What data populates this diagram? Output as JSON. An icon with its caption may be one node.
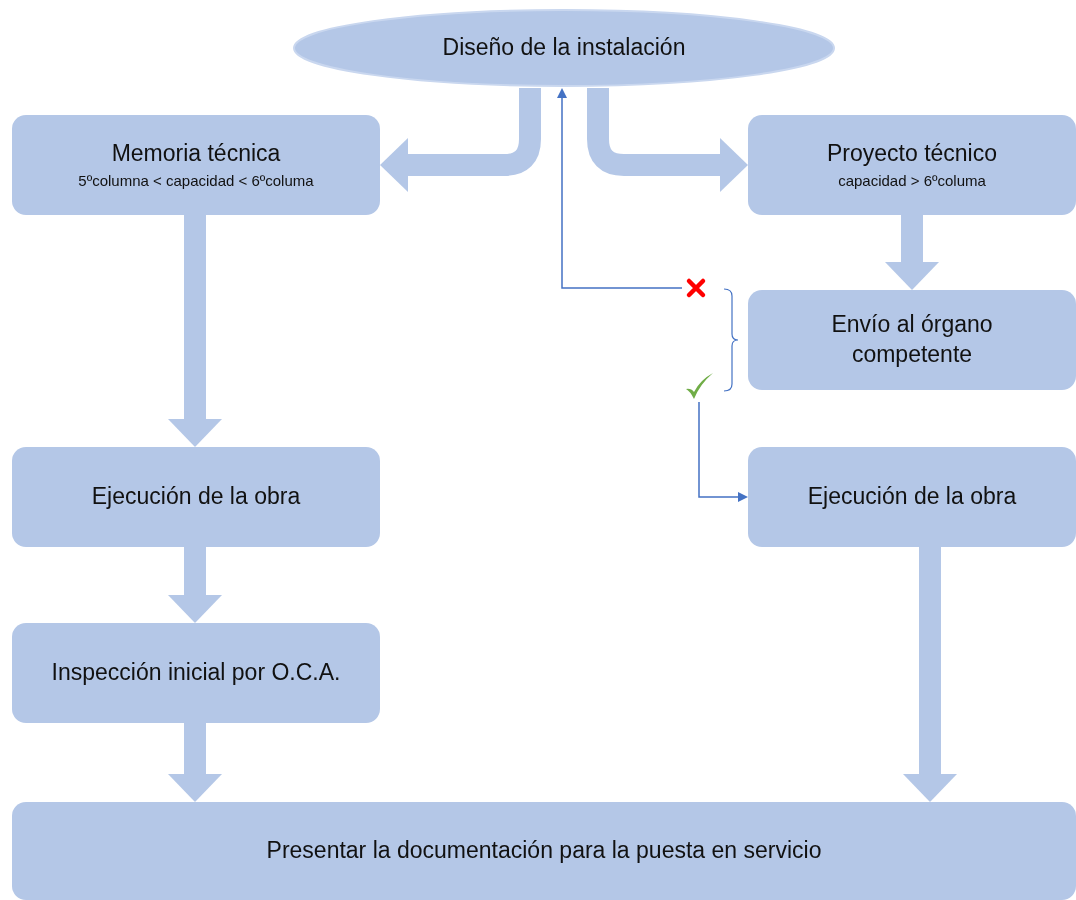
{
  "diagram": {
    "nodes": [
      {
        "text": [
          "Diseño de la instalación"
        ]
      },
      {
        "text": [
          "Memoria técnica",
          "5ºcolumna < capacidad < 6ºcoluma"
        ]
      },
      {
        "text": [
          "Proyecto técnico",
          "capacidad > 6ºcoluma"
        ]
      },
      {
        "text": [],
        "shape": "cross"
      },
      {
        "text": [
          "Envío al órgano competente"
        ]
      },
      {
        "text": [],
        "shape": "checkmark"
      },
      {
        "text": [
          "Ejecución de la obra"
        ]
      },
      {
        "text": [
          "Ejecución de la obra"
        ]
      },
      {
        "text": [
          "Inspección inicial por O.C.A."
        ]
      },
      {
        "text": [
          "Presentar la documentación para la puesta en servicio"
        ]
      }
    ],
    "edges": [
      {
        "from": 0,
        "to": 1,
        "arrow": "to"
      },
      {
        "from": 0,
        "to": 2,
        "arrow": "to"
      },
      {
        "from": 1,
        "to": 6,
        "arrow": "to"
      },
      {
        "from": 2,
        "to": 4,
        "arrow": "to"
      },
      {
        "from": 3,
        "to": 0,
        "arrow": "to",
        "color": "#4472c4"
      },
      {
        "from": 5,
        "to": 7,
        "arrow": "to",
        "color": "#4472c4"
      },
      {
        "from": 6,
        "to": 8,
        "arrow": "to"
      },
      {
        "from": 8,
        "to": 9,
        "arrow": "to"
      },
      {
        "from": 7,
        "to": 9,
        "arrow": "to"
      }
    ]
  }
}
